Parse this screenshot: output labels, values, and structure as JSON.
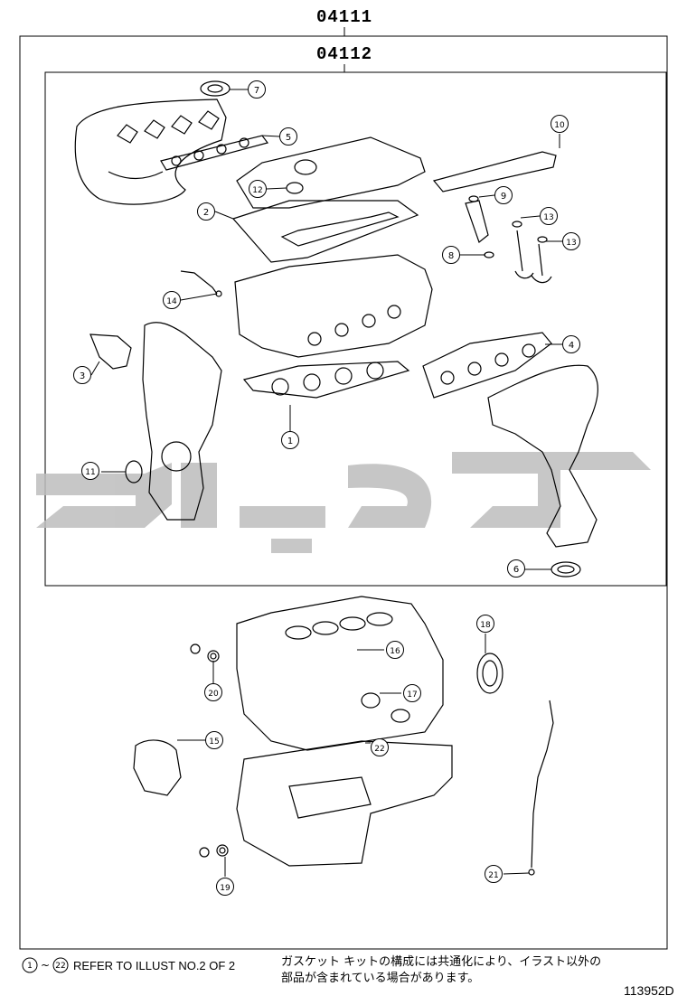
{
  "header": {
    "outer_code": "04111",
    "inner_code": "04112"
  },
  "callouts": [
    {
      "n": "1"
    },
    {
      "n": "2"
    },
    {
      "n": "3"
    },
    {
      "n": "4"
    },
    {
      "n": "5"
    },
    {
      "n": "6"
    },
    {
      "n": "7"
    },
    {
      "n": "8"
    },
    {
      "n": "9"
    },
    {
      "n": "10"
    },
    {
      "n": "11"
    },
    {
      "n": "12"
    },
    {
      "n": "13"
    },
    {
      "n": "13"
    },
    {
      "n": "14"
    },
    {
      "n": "15"
    },
    {
      "n": "16"
    },
    {
      "n": "17"
    },
    {
      "n": "18"
    },
    {
      "n": "19"
    },
    {
      "n": "20"
    },
    {
      "n": "21"
    },
    {
      "n": "22"
    }
  ],
  "footer": {
    "range_start": "1",
    "range_sep": "~",
    "range_end": "22",
    "refer_text": "REFER TO ILLUST NO.2 OF 2",
    "japanese_line1": "ガスケット キットの構成には共通化により、イラスト以外の",
    "japanese_line2": "部品が含まれている場合があります。",
    "drawing_number": "113952D"
  },
  "watermark": {
    "color": "#bdbdbd"
  },
  "colors": {
    "line": "#000000",
    "background": "#ffffff"
  }
}
